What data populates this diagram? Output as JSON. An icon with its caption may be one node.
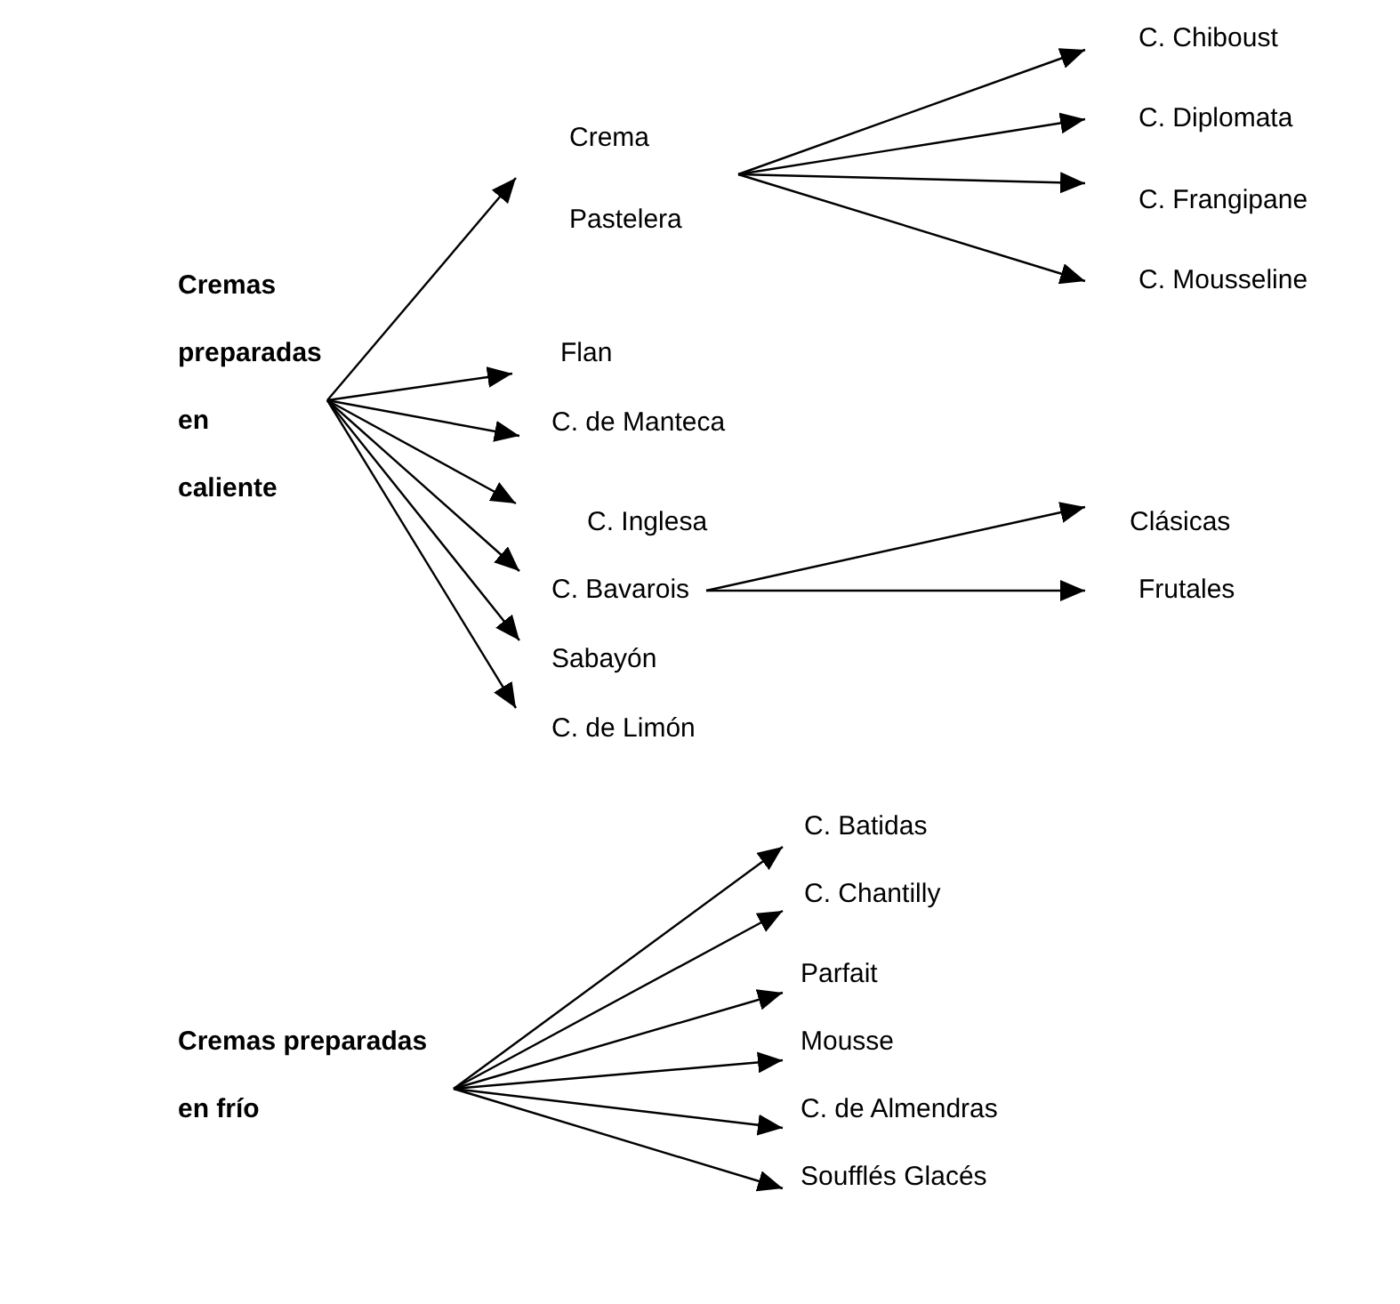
{
  "diagram": {
    "nodes": [
      {
        "text": [
          "Cremas preparadas en caliente"
        ]
      },
      {
        "text": [
          "Crema Pastelera"
        ]
      },
      {
        "text": [
          "C. Chiboust"
        ]
      },
      {
        "text": [
          "C. Diplomata"
        ]
      },
      {
        "text": [
          "C. Frangipane"
        ]
      },
      {
        "text": [
          "C. Mousseline"
        ]
      },
      {
        "text": [
          "Flan"
        ]
      },
      {
        "text": [
          "C. de Manteca"
        ]
      },
      {
        "text": [
          "C. Inglesa"
        ]
      },
      {
        "text": [
          "C. Bavarois"
        ]
      },
      {
        "text": [
          "Clásicas"
        ]
      },
      {
        "text": [
          "Frutales"
        ]
      },
      {
        "text": [
          "Sabayón"
        ]
      },
      {
        "text": [
          "C. de Limón"
        ]
      },
      {
        "text": [
          "Cremas preparadas en frío"
        ]
      },
      {
        "text": [
          "C. Batidas"
        ]
      },
      {
        "text": [
          "C. Chantilly"
        ]
      },
      {
        "text": [
          "Parfait"
        ]
      },
      {
        "text": [
          "Mousse"
        ]
      },
      {
        "text": [
          "C. de Almendras"
        ]
      },
      {
        "text": [
          "Soufflés Glacés"
        ]
      }
    ],
    "edges": [
      {
        "from": 0,
        "to": 1,
        "arrow": "to"
      },
      {
        "from": 1,
        "to": 2,
        "arrow": "to"
      },
      {
        "from": 1,
        "to": 3,
        "arrow": "to"
      },
      {
        "from": 1,
        "to": 4,
        "arrow": "to"
      },
      {
        "from": 1,
        "to": 5,
        "arrow": "to"
      },
      {
        "from": 0,
        "to": 6,
        "arrow": "to"
      },
      {
        "from": 0,
        "to": 7,
        "arrow": "to"
      },
      {
        "from": 0,
        "to": 8,
        "arrow": "to"
      },
      {
        "from": 0,
        "to": 9,
        "arrow": "to"
      },
      {
        "from": 9,
        "to": 10,
        "arrow": "to"
      },
      {
        "from": 9,
        "to": 11,
        "arrow": "to"
      },
      {
        "from": 0,
        "to": 12,
        "arrow": "to"
      },
      {
        "from": 0,
        "to": 13,
        "arrow": "to"
      },
      {
        "from": 14,
        "to": 15,
        "arrow": "to"
      },
      {
        "from": 14,
        "to": 16,
        "arrow": "to"
      },
      {
        "from": 14,
        "to": 17,
        "arrow": "to"
      },
      {
        "from": 14,
        "to": 18,
        "arrow": "to"
      },
      {
        "from": 14,
        "to": 19,
        "arrow": "to"
      },
      {
        "from": 14,
        "to": 20,
        "arrow": "to"
      }
    ]
  }
}
